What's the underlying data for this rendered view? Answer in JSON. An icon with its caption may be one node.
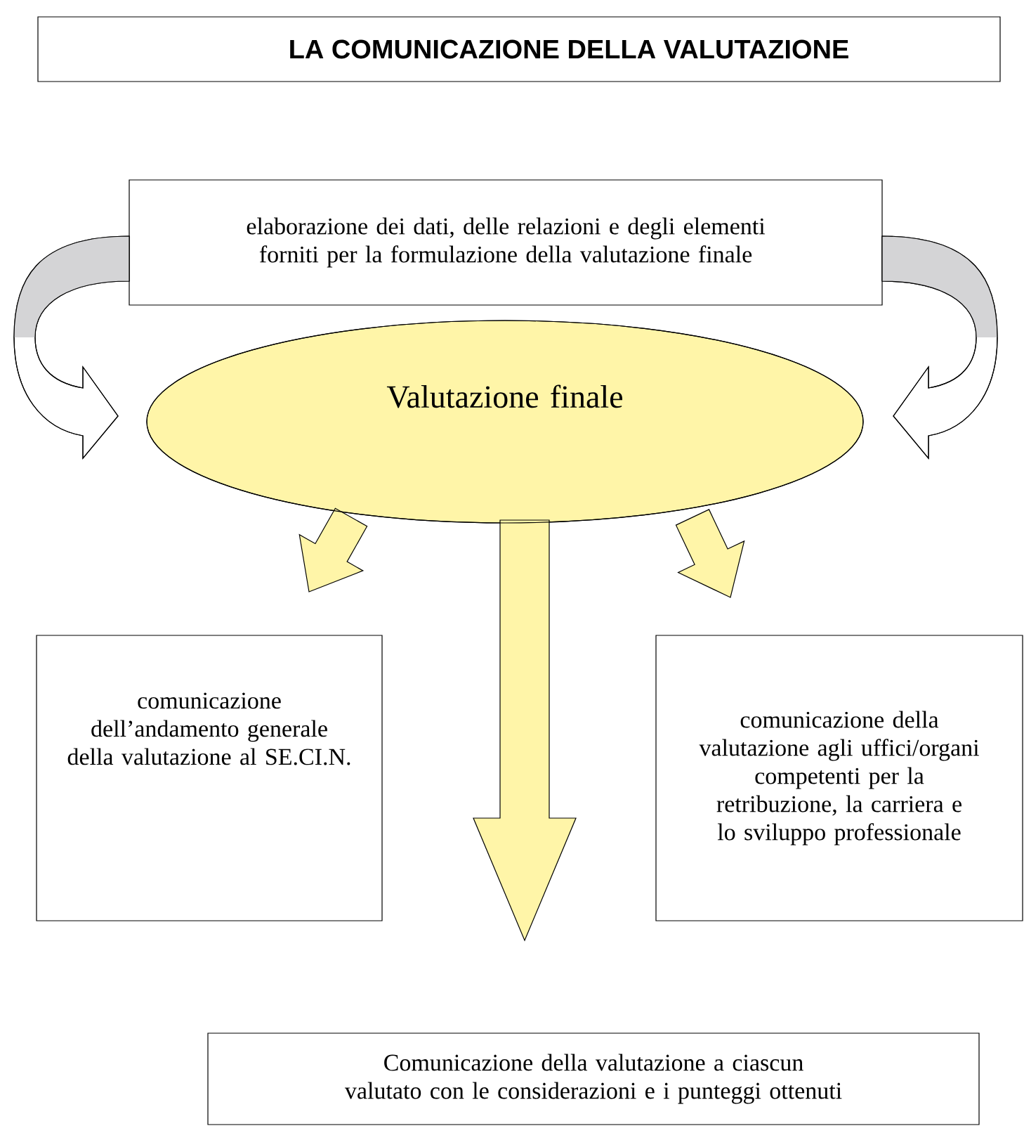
{
  "diagram": {
    "title": "LA COMUNICAZIONE DELLA VALUTAZIONE",
    "nodes": [
      {
        "text": [
          "elaborazione dei dati, delle relazioni e degli elementi forniti per la formulazione della valutazione finale"
        ]
      },
      {
        "text": [
          "Valutazione finale"
        ]
      },
      {
        "text": [
          "comunicazione dell’andamento generale della valutazione al SE.CI.N."
        ]
      },
      {
        "text": [
          "comunicazione della valutazione agli uffici/organi competenti per la retribuzione, la carriera e lo sviluppo professionale"
        ]
      },
      {
        "text": [
          "Comunicazione della valutazione a ciascun valutato con le considerazioni e i punteggi ottenuti"
        ]
      }
    ],
    "edges": [
      {
        "from": 0,
        "to": 1,
        "arrow": "to",
        "color": "#d4d4d6"
      },
      {
        "from": 0,
        "to": 1,
        "arrow": "to",
        "color": "#d4d4d6"
      },
      {
        "from": 1,
        "to": 2,
        "arrow": "to"
      },
      {
        "from": 1,
        "to": 4,
        "arrow": "to"
      },
      {
        "from": 1,
        "to": 3,
        "arrow": "to"
      }
    ]
  }
}
